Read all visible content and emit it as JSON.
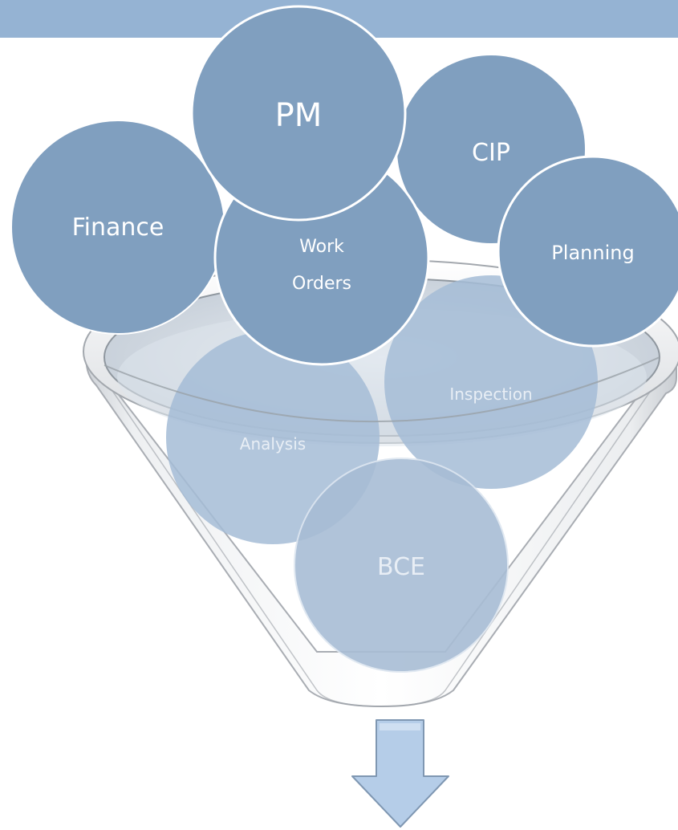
{
  "diagram": {
    "header_color": "#95b3d3",
    "circle_fill": "#809fbf",
    "circle_stroke": "#ffffff",
    "inner_circle_fill": "#9fb7d2",
    "label_color_outer": "#ffffff",
    "label_color_inner": "#e6edf5",
    "arrow_fill": "#b5cde8",
    "arrow_stroke": "#7f97b2",
    "inputs": [
      {
        "id": "pm",
        "label": "PM"
      },
      {
        "id": "cip",
        "label": "CIP"
      },
      {
        "id": "finance",
        "label": "Finance"
      },
      {
        "id": "work-orders",
        "label_line1": "Work",
        "label_line2": "Orders"
      },
      {
        "id": "planning",
        "label": "Planning"
      }
    ],
    "inside": [
      {
        "id": "analysis",
        "label": "Analysis"
      },
      {
        "id": "inspection",
        "label": "Inspection"
      },
      {
        "id": "bce",
        "label": "BCE"
      }
    ],
    "funnel_icon": "funnel-icon",
    "output_icon": "down-arrow-icon"
  }
}
